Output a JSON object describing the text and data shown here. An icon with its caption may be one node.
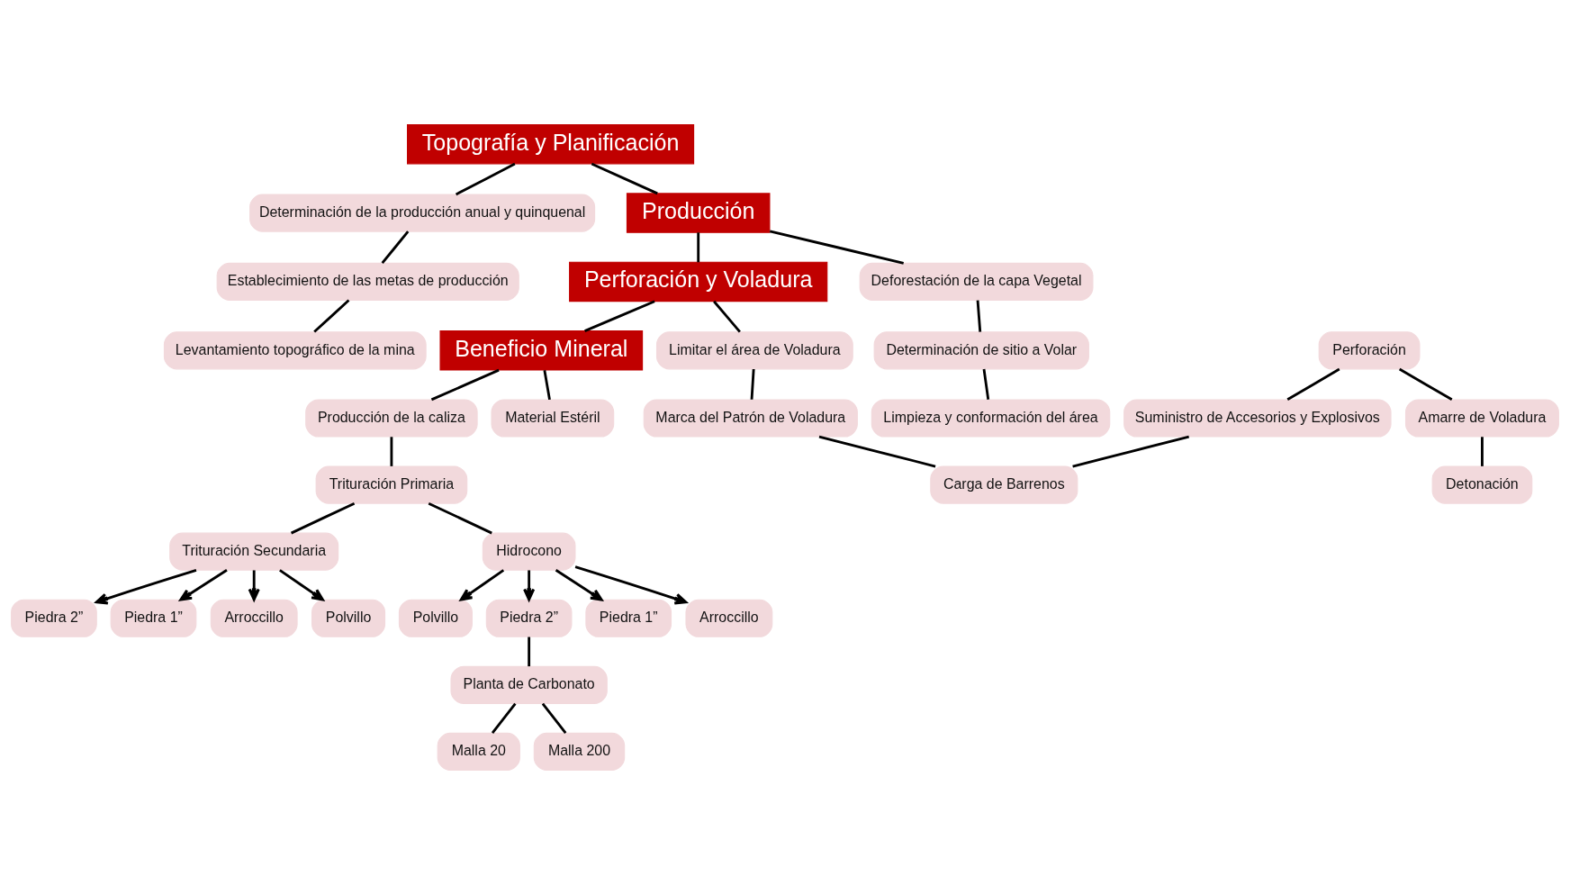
{
  "diagram": {
    "nodes": [
      {
        "text": [
          "Topografía y Planificación"
        ]
      },
      {
        "text": [
          "Determinación de la producción anual y quinquenal"
        ]
      },
      {
        "text": [
          "Establecimiento de las metas de producción"
        ]
      },
      {
        "text": [
          "Levantamiento topográfico de la mina"
        ]
      },
      {
        "text": [
          "Producción"
        ]
      },
      {
        "text": [
          "Deforestación de la capa Vegetal"
        ]
      },
      {
        "text": [
          "Determinación de sitio a Volar"
        ]
      },
      {
        "text": [
          "Limpieza y conformación del área"
        ]
      },
      {
        "text": [
          "Perforación y Voladura"
        ]
      },
      {
        "text": [
          "Limitar el área de Voladura"
        ]
      },
      {
        "text": [
          "Marca del Patrón de Voladura"
        ]
      },
      {
        "text": [
          "Perforación"
        ]
      },
      {
        "text": [
          "Suministro de Accesorios y Explosivos"
        ]
      },
      {
        "text": [
          "Carga de Barrenos"
        ]
      },
      {
        "text": [
          "Amarre de Voladura"
        ]
      },
      {
        "text": [
          "Detonación"
        ]
      },
      {
        "text": [
          "Beneficio Mineral"
        ]
      },
      {
        "text": [
          "Material Estéril"
        ]
      },
      {
        "text": [
          "Producción de la caliza"
        ]
      },
      {
        "text": [
          "Trituración Primaria"
        ]
      },
      {
        "text": [
          "Trituración Secundaria"
        ]
      },
      {
        "text": [
          "Piedra 2”"
        ]
      },
      {
        "text": [
          "Piedra 1”"
        ]
      },
      {
        "text": [
          "Arroccillo"
        ]
      },
      {
        "text": [
          "Polvillo"
        ]
      },
      {
        "text": [
          "Hidrocono"
        ]
      },
      {
        "text": [
          "Polvillo"
        ]
      },
      {
        "text": [
          "Piedra 2”"
        ]
      },
      {
        "text": [
          "Piedra 1”"
        ]
      },
      {
        "text": [
          "Arroccillo"
        ]
      },
      {
        "text": [
          "Planta de Carbonato"
        ]
      },
      {
        "text": [
          "Malla 20"
        ]
      },
      {
        "text": [
          "Malla 200"
        ]
      }
    ],
    "edges": [
      {
        "from": 0,
        "to": 1,
        "arrow": "none"
      },
      {
        "from": 0,
        "to": 4,
        "arrow": "none"
      },
      {
        "from": 1,
        "to": 2,
        "arrow": "none"
      },
      {
        "from": 2,
        "to": 3,
        "arrow": "none"
      },
      {
        "from": 4,
        "to": 5,
        "arrow": "none"
      },
      {
        "from": 5,
        "to": 6,
        "arrow": "none"
      },
      {
        "from": 6,
        "to": 7,
        "arrow": "none"
      },
      {
        "from": 4,
        "to": 8,
        "arrow": "none"
      },
      {
        "from": 8,
        "to": 16,
        "arrow": "none"
      },
      {
        "from": 8,
        "to": 9,
        "arrow": "none"
      },
      {
        "from": 9,
        "to": 10,
        "arrow": "none"
      },
      {
        "from": 10,
        "to": 13,
        "arrow": "none"
      },
      {
        "from": 11,
        "to": 12,
        "arrow": "none"
      },
      {
        "from": 12,
        "to": 13,
        "arrow": "none"
      },
      {
        "from": 11,
        "to": 14,
        "arrow": "none"
      },
      {
        "from": 14,
        "to": 15,
        "arrow": "none"
      },
      {
        "from": 16,
        "to": 17,
        "arrow": "none"
      },
      {
        "from": 16,
        "to": 18,
        "arrow": "none"
      },
      {
        "from": 18,
        "to": 19,
        "arrow": "none"
      },
      {
        "from": 19,
        "to": 20,
        "arrow": "none"
      },
      {
        "from": 20,
        "to": 21,
        "arrow": "to"
      },
      {
        "from": 20,
        "to": 22,
        "arrow": "to"
      },
      {
        "from": 20,
        "to": 23,
        "arrow": "to"
      },
      {
        "from": 20,
        "to": 24,
        "arrow": "to"
      },
      {
        "from": 19,
        "to": 25,
        "arrow": "none"
      },
      {
        "from": 25,
        "to": 26,
        "arrow": "to"
      },
      {
        "from": 25,
        "to": 27,
        "arrow": "to"
      },
      {
        "from": 25,
        "to": 28,
        "arrow": "to"
      },
      {
        "from": 25,
        "to": 29,
        "arrow": "to"
      },
      {
        "from": 27,
        "to": 30,
        "arrow": "none"
      },
      {
        "from": 30,
        "to": 31,
        "arrow": "none"
      },
      {
        "from": 30,
        "to": 32,
        "arrow": "none"
      }
    ]
  }
}
